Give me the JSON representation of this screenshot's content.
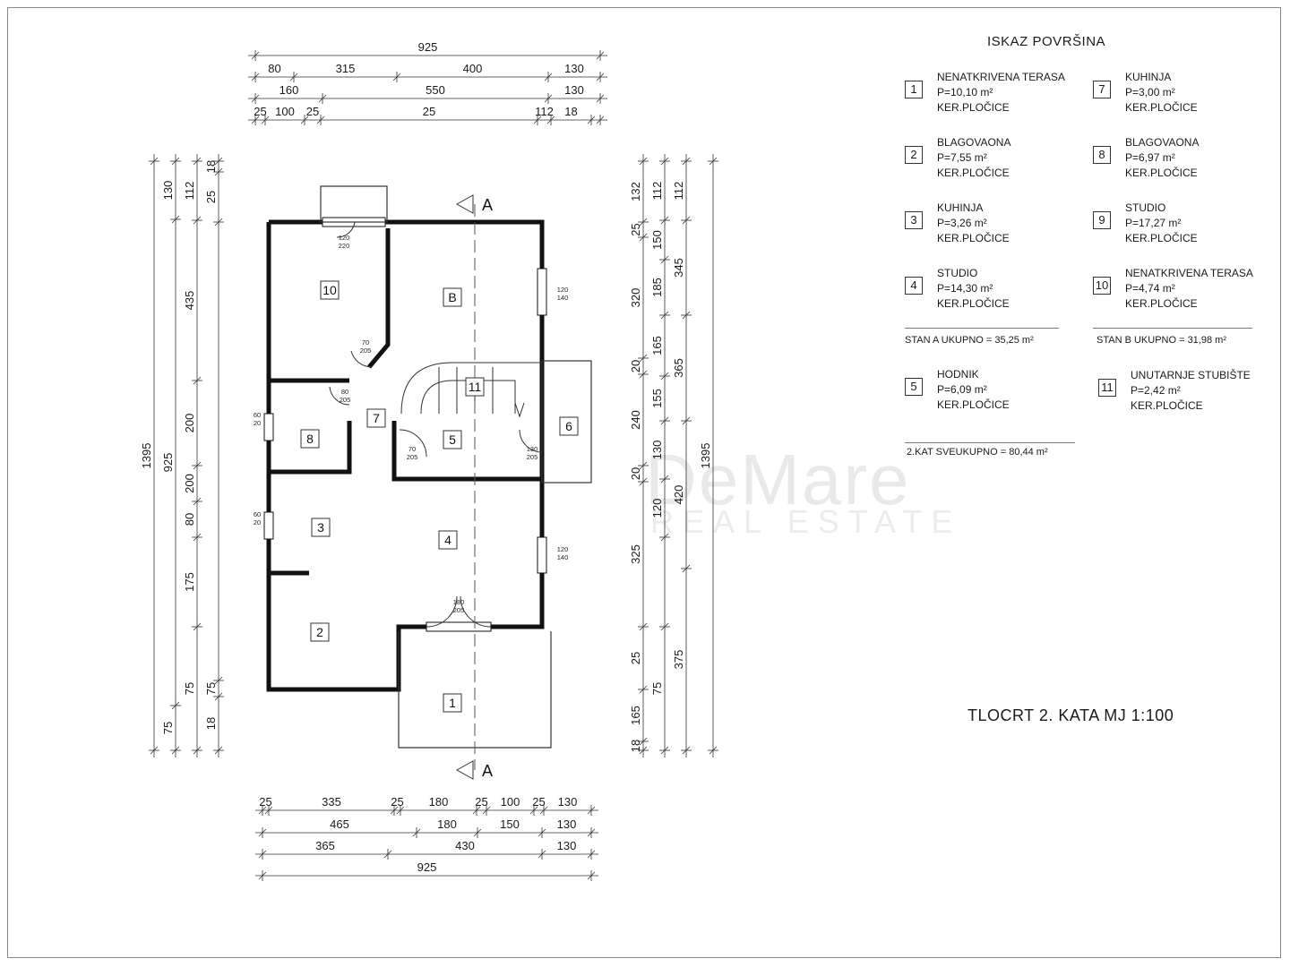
{
  "drawing": {
    "legend_title": "ISKAZ  POVRŠINA",
    "sheet_title": "TLOCRT  2. KATA   MJ 1:100",
    "watermark": "DeMare",
    "watermark_sub": "REAL ESTATE",
    "section_mark": "A"
  },
  "legend": {
    "left": [
      {
        "num": "1",
        "name": "NENATKRIVENA TERASA",
        "area": "P=10,10 m²",
        "finish": "KER.PLOČICE"
      },
      {
        "num": "2",
        "name": "BLAGOVAONA",
        "area": "P=7,55 m²",
        "finish": "KER.PLOČICE"
      },
      {
        "num": "3",
        "name": "KUHINJA",
        "area": "P=3,26 m²",
        "finish": "KER.PLOČICE"
      },
      {
        "num": "4",
        "name": "STUDIO",
        "area": "P=14,30 m²",
        "finish": "KER.PLOČICE"
      }
    ],
    "right": [
      {
        "num": "7",
        "name": "KUHINJA",
        "area": "P=3,00 m²",
        "finish": "KER.PLOČICE"
      },
      {
        "num": "8",
        "name": "BLAGOVAONA",
        "area": "P=6,97 m²",
        "finish": "KER.PLOČICE"
      },
      {
        "num": "9",
        "name": "STUDIO",
        "area": "P=17,27 m²",
        "finish": "KER.PLOČICE"
      },
      {
        "num": "10",
        "name": "NENATKRIVENA TERASA",
        "area": "P=4,74 m²",
        "finish": "KER.PLOČICE"
      }
    ],
    "total_a": "STAN A UKUPNO  = 35,25 m²",
    "total_b": "STAN B UKUPNO  = 31,98 m²",
    "shared_left": {
      "num": "5",
      "name": "HODNIK",
      "area": "P=6,09 m²",
      "finish": "KER.PLOČICE"
    },
    "shared_right": {
      "num": "11",
      "name": "UNUTARNJE STUBIŠTE",
      "area": "P=2,42 m²",
      "finish": "KER.PLOČICE"
    },
    "grand_total": "2.KAT SVEUKUPNO  = 80,44 m²"
  },
  "rooms": [
    "10",
    "B",
    "11",
    "7",
    "8",
    "5",
    "6",
    "3",
    "4",
    "2",
    "1"
  ],
  "dimensions": {
    "top": {
      "total": "925",
      "row1": [
        "80",
        "315",
        "400",
        "130"
      ],
      "row2": [
        "160",
        "550",
        "130"
      ],
      "row3": [
        "25",
        "100",
        "25",
        "25",
        "112",
        "18"
      ]
    },
    "bottom": {
      "row1": [
        "25",
        "335",
        "25",
        "180",
        "25",
        "100",
        "25",
        "130"
      ],
      "row2": [
        "465",
        "180",
        "150",
        "130"
      ],
      "row3": [
        "365",
        "430",
        "130"
      ],
      "total": "925"
    },
    "left": {
      "total": "1395",
      "col2": [
        "130",
        "925",
        "75"
      ],
      "col3": [
        "112",
        "435",
        "200",
        "200",
        "80",
        "175",
        "75"
      ],
      "col4": [
        "18",
        "25",
        "75",
        "18"
      ]
    },
    "right": {
      "total": "1395",
      "col1": [
        "132",
        "25",
        "320",
        "20",
        "240",
        "20",
        "325",
        "25",
        "165",
        "18"
      ],
      "col2": [
        "112",
        "150",
        "185",
        "165",
        "155",
        "130",
        "120",
        "75"
      ],
      "col3": [
        "112",
        "345",
        "365",
        "420",
        "375"
      ]
    },
    "openings": {
      "w_b": [
        "120",
        "140"
      ],
      "w_8": [
        "60",
        "20"
      ],
      "w_3": [
        "60",
        "20"
      ],
      "w_4": [
        "120",
        "140"
      ],
      "d_top": [
        "120",
        "220"
      ],
      "d_10": [
        "70",
        "205"
      ],
      "d_8": [
        "80",
        "205"
      ],
      "d_5": [
        "70",
        "205"
      ],
      "d_6": [
        "130",
        "205"
      ],
      "d_1": [
        "180",
        "205"
      ]
    }
  }
}
